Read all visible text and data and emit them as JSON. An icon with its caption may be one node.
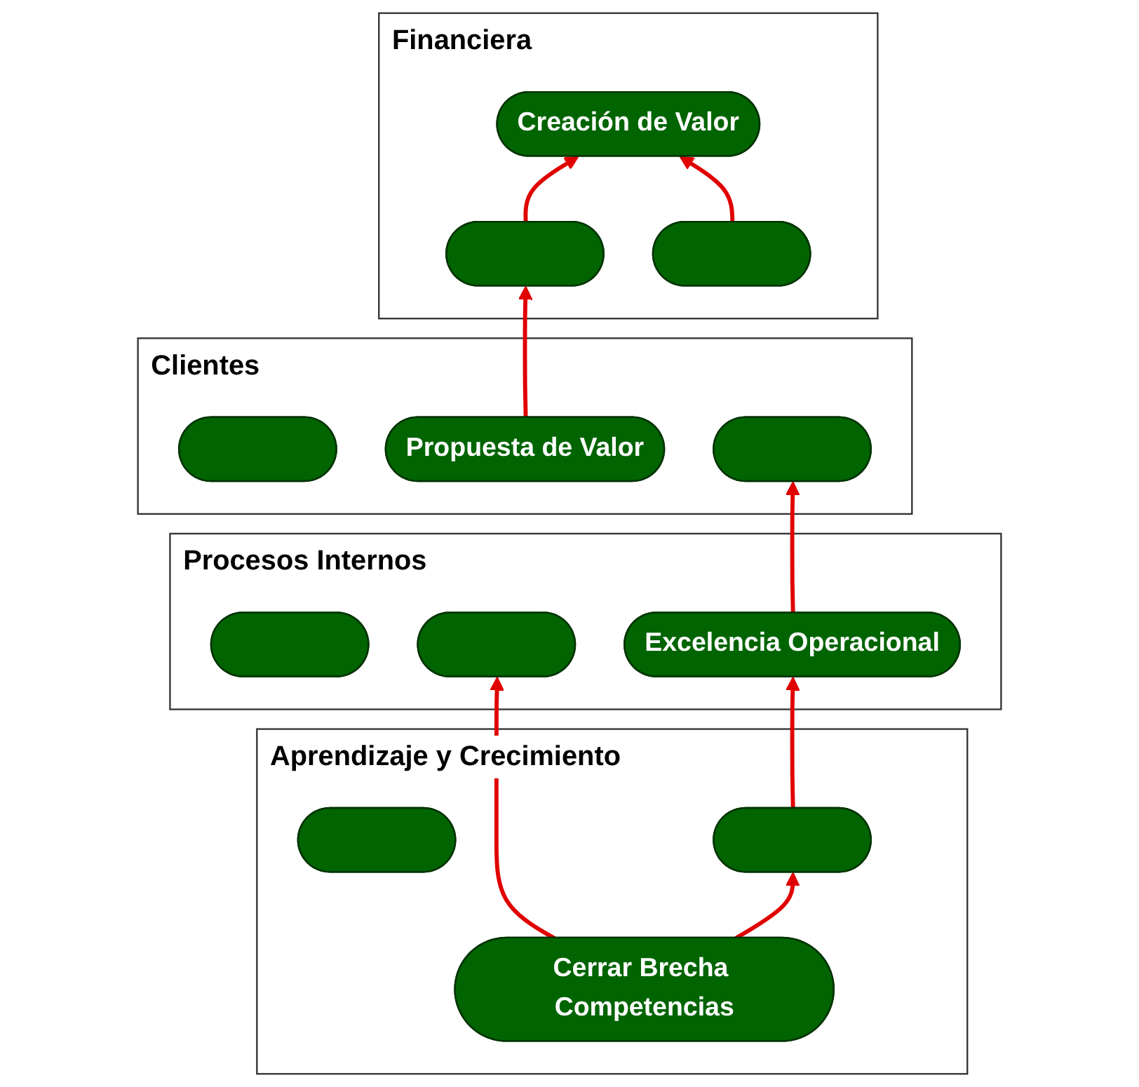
{
  "diagram": {
    "nodes": [
      {
        "text": [
          "Financiera"
        ]
      },
      {
        "text": [],
        "shape": "ellipse",
        "in": 0
      },
      {
        "text": [
          "Creación de Valor"
        ],
        "in": 0
      },
      {
        "text": [],
        "shape": "ellipse",
        "in": 0
      },
      {
        "text": [
          "Clientes"
        ]
      },
      {
        "text": [],
        "shape": "ellipse",
        "in": 4
      },
      {
        "text": [
          "Propuesta de Valor"
        ],
        "in": 4
      },
      {
        "text": [],
        "shape": "ellipse",
        "in": 4
      },
      {
        "text": [
          "Procesos Internos"
        ]
      },
      {
        "text": [],
        "shape": "ellipse",
        "in": 8
      },
      {
        "text": [],
        "shape": "ellipse",
        "in": 8
      },
      {
        "text": [
          "Excelencia Operacional"
        ],
        "in": 8
      },
      {
        "text": [
          "Aprendizaje y Crecimiento"
        ]
      },
      {
        "text": [],
        "shape": "ellipse",
        "in": 12
      },
      {
        "text": [],
        "shape": "ellipse",
        "in": 12
      },
      {
        "text": [
          "Cerrar Brecha Competencias"
        ],
        "in": 12
      }
    ],
    "edges": [
      {
        "from": 1,
        "to": 2,
        "arrow": "to"
      },
      {
        "from": 3,
        "to": 2,
        "arrow": "to"
      },
      {
        "from": 6,
        "to": 1,
        "arrow": "to"
      },
      {
        "from": 11,
        "to": 7,
        "arrow": "to"
      },
      {
        "from": 15,
        "to": 10,
        "arrow": "to"
      },
      {
        "from": 15,
        "to": 14,
        "arrow": "to"
      },
      {
        "from": 14,
        "to": 11,
        "arrow": "to"
      }
    ]
  }
}
